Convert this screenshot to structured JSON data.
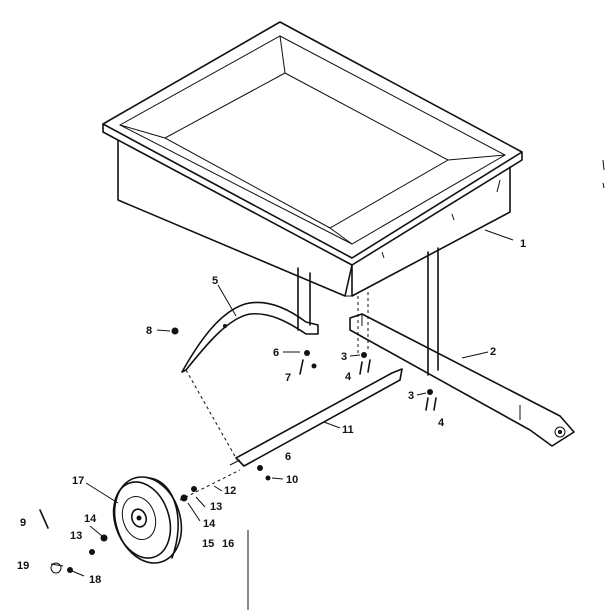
{
  "diagram": {
    "callouts": {
      "c1": "1",
      "c2": "2",
      "c3a": "3",
      "c3b": "3",
      "c4a": "4",
      "c4b": "4",
      "c5": "5",
      "c6a": "6",
      "c6b": "6",
      "c7": "7",
      "c8": "8",
      "c9": "9",
      "c10": "10",
      "c11": "11",
      "c12": "12",
      "c13a": "13",
      "c13b": "13",
      "c14a": "14",
      "c14b": "14",
      "c15": "15",
      "c16": "16",
      "c17": "17",
      "c18": "18",
      "c19": "19"
    }
  }
}
